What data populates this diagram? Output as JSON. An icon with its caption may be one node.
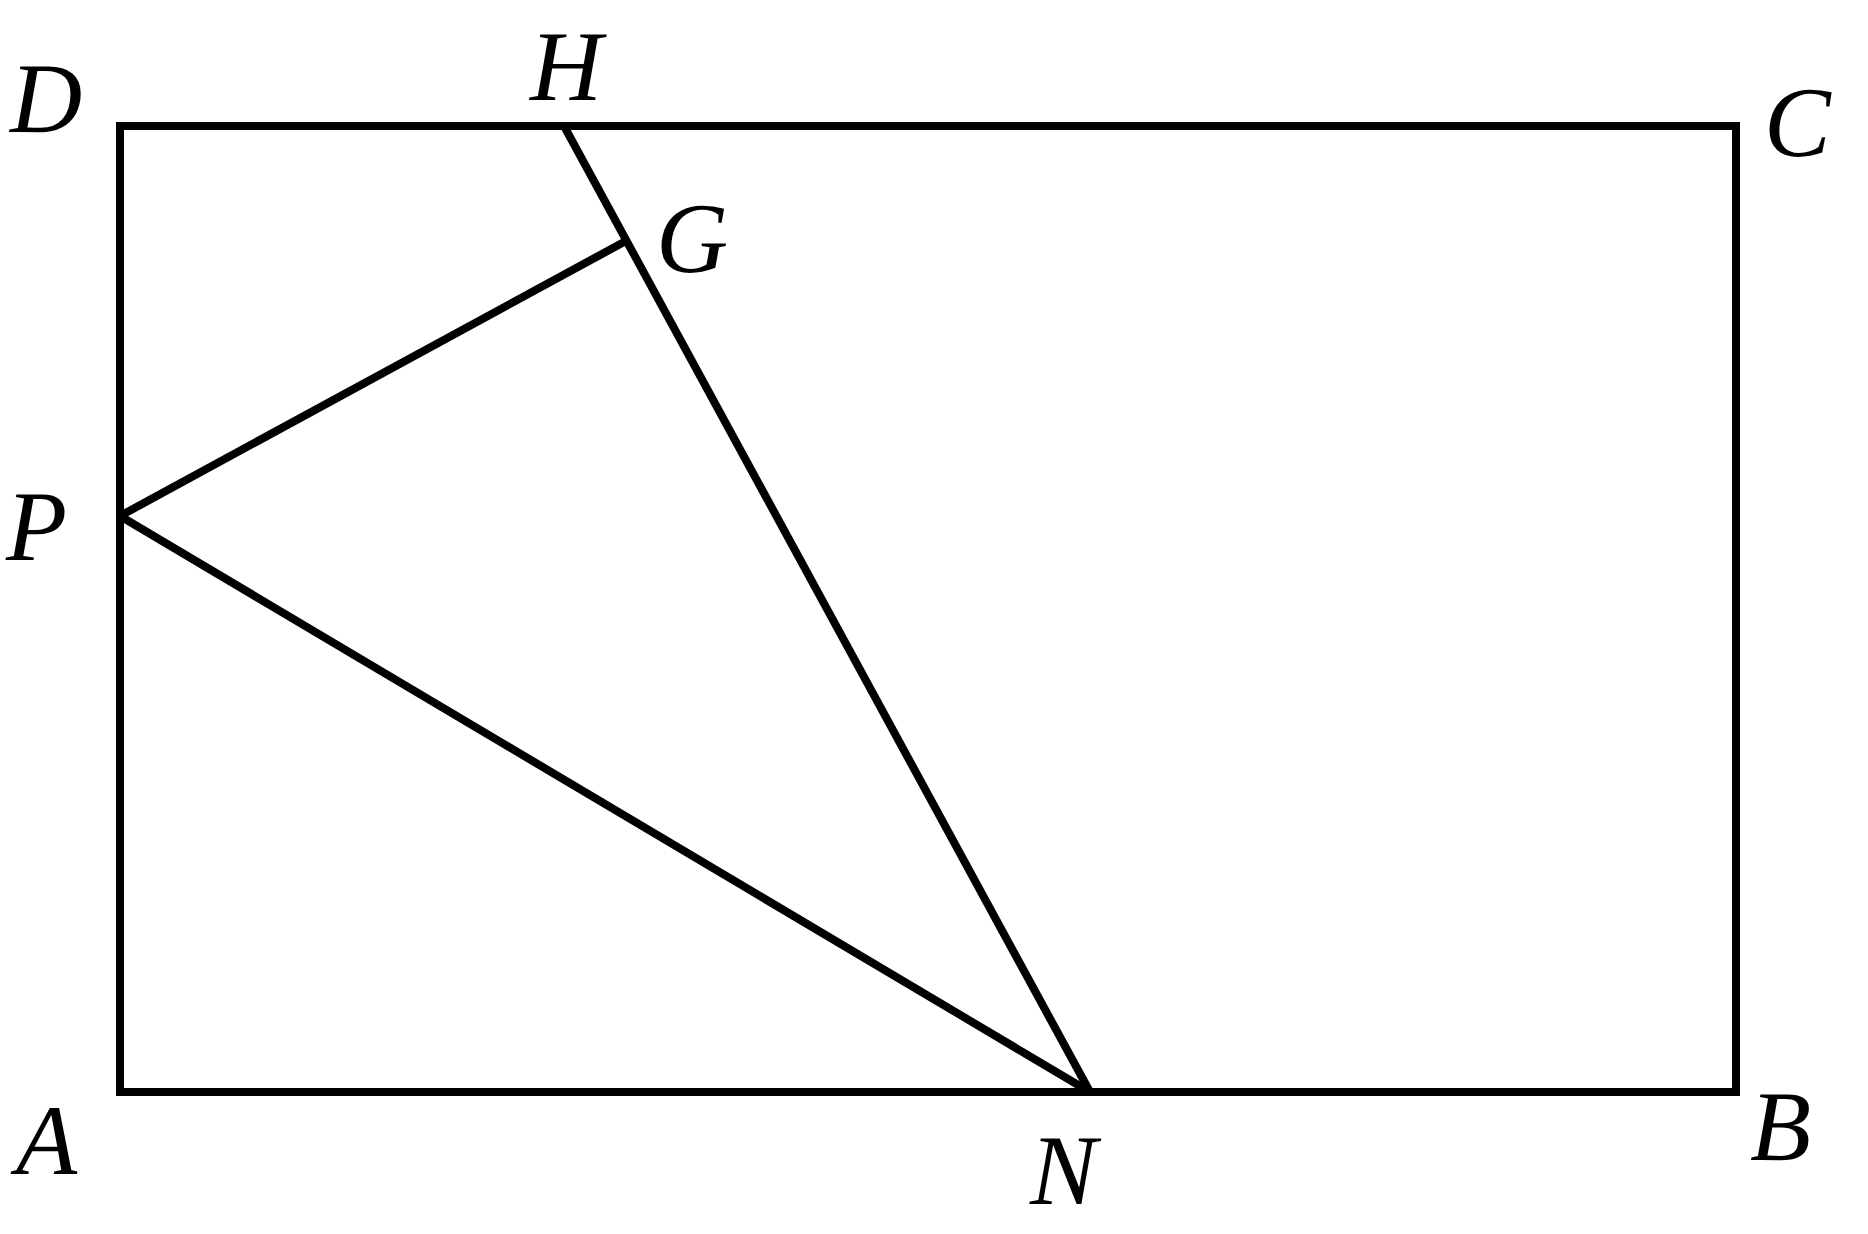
{
  "diagram": {
    "labels": [
      "D",
      "H",
      "C",
      "G",
      "P",
      "A",
      "N",
      "B"
    ]
  }
}
